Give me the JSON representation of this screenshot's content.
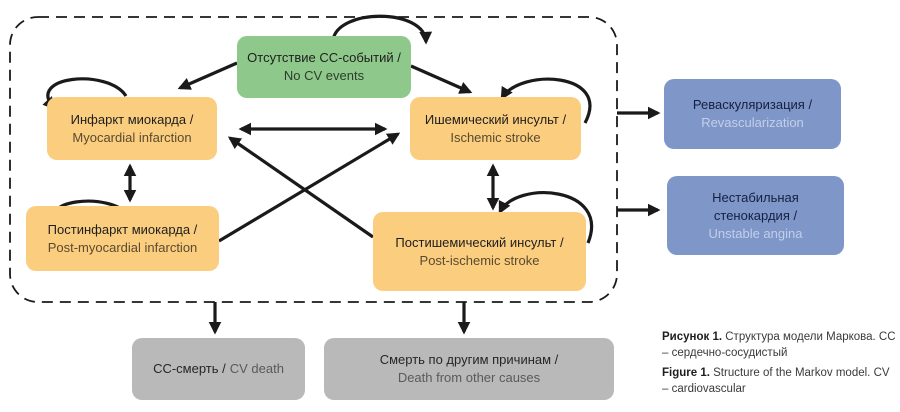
{
  "nodes": {
    "no_events": {
      "ru": "Отсутствие СС-событий /",
      "en": "No CV events"
    },
    "mi": {
      "ru": "Инфаркт миокарда /",
      "en": "Myocardial infarction"
    },
    "stroke": {
      "ru": "Ишемический инсульт /",
      "en": "Ischemic stroke"
    },
    "post_mi": {
      "ru": "Постинфаркт миокарда /",
      "en": "Post-myocardial infarction"
    },
    "post_stroke": {
      "ru": "Постишемический инсульт /",
      "en": "Post-ischemic stroke"
    },
    "revasc": {
      "ru": "Реваскуляризация /",
      "en": "Revascularization"
    },
    "angina": {
      "ru1": "Нестабильная",
      "ru2": "стенокардия /",
      "en": "Unstable angina"
    },
    "cv_death": {
      "ru": "СС-смерть /",
      "en": "CV death"
    },
    "other_death": {
      "ru": "Смерть по другим причинам /",
      "en": "Death from other causes"
    }
  },
  "caption": {
    "ru_label": "Рисунок 1.",
    "ru_text": "Структура модели Маркова. СС – сердечно-сосудистый",
    "en_label": "Figure 1.",
    "en_text": "Structure of the Markov model. CV – cardiovascular"
  },
  "colors": {
    "green": "#8ec98b",
    "orange": "#fbcd7f",
    "blue": "#7f96c9",
    "gray": "#b9b9b9",
    "line": "#1a1a1a"
  }
}
